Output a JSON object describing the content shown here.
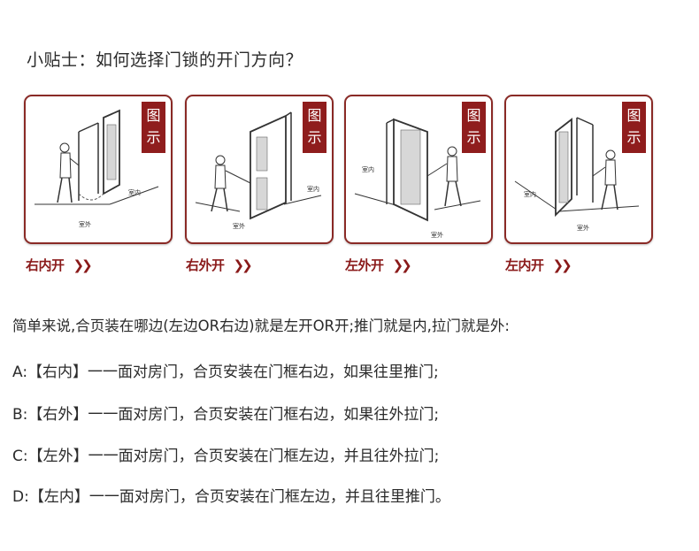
{
  "title": "小贴士：如何选择门锁的开门方向？",
  "panels": [
    {
      "tag_top": "图",
      "tag_bottom": "示",
      "caption": "右内开",
      "arrows": "❯❯",
      "label_in": "室内",
      "label_out": "室外"
    },
    {
      "tag_top": "图",
      "tag_bottom": "示",
      "caption": "右外开",
      "arrows": "❯❯",
      "label_in": "室内",
      "label_out": "室外"
    },
    {
      "tag_top": "图",
      "tag_bottom": "示",
      "caption": "左外开",
      "arrows": "❯❯",
      "label_in": "室内",
      "label_out": "室外"
    },
    {
      "tag_top": "图",
      "tag_bottom": "示",
      "caption": "左内开",
      "arrows": "❯❯",
      "label_in": "室内",
      "label_out": "室外"
    }
  ],
  "summary": "简单来说,合页装在哪边(左边OR右边)就是左开OR开;推门就是内,拉门就是外:",
  "items": [
    "A:【右内】一一面对房门，合页安装在门框右边，如果往里推门;",
    "B:【右外】一一面对房门，合页安装在门框右边，如果往外拉门;",
    "C:【左外】一一面对房门，合页安装在门框左边，并且往外拉门;",
    "D:【左内】一一面对房门，合页安装在门框左边，并且往里推门。"
  ],
  "colors": {
    "accent": "#8f1d1d",
    "text": "#2b2b2b"
  }
}
